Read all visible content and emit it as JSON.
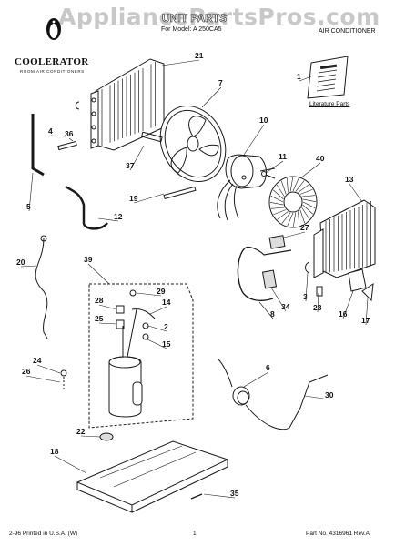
{
  "watermark": "AppliancePartsPros.com",
  "header": {
    "title": "UNIT PARTS",
    "subtitle": "For Model: A 250CA5",
    "product": "AIR CONDITIONER"
  },
  "logo": {
    "name": "COOLERATOR",
    "tagline": "ROOM AIR CONDITIONERS"
  },
  "literature_label": "Literature Parts",
  "callouts": [
    "1",
    "2",
    "3",
    "4",
    "5",
    "6",
    "7",
    "8",
    "10",
    "11",
    "12",
    "13",
    "14",
    "15",
    "16",
    "17",
    "18",
    "19",
    "20",
    "21",
    "22",
    "23",
    "24",
    "25",
    "26",
    "27",
    "28",
    "29",
    "30",
    "34",
    "35",
    "36",
    "37",
    "39",
    "40"
  ],
  "footer": {
    "left": "2-96 Printed in U.S.A. (W)",
    "center": "1",
    "right": "Part No. 4316961 Rev.A"
  }
}
